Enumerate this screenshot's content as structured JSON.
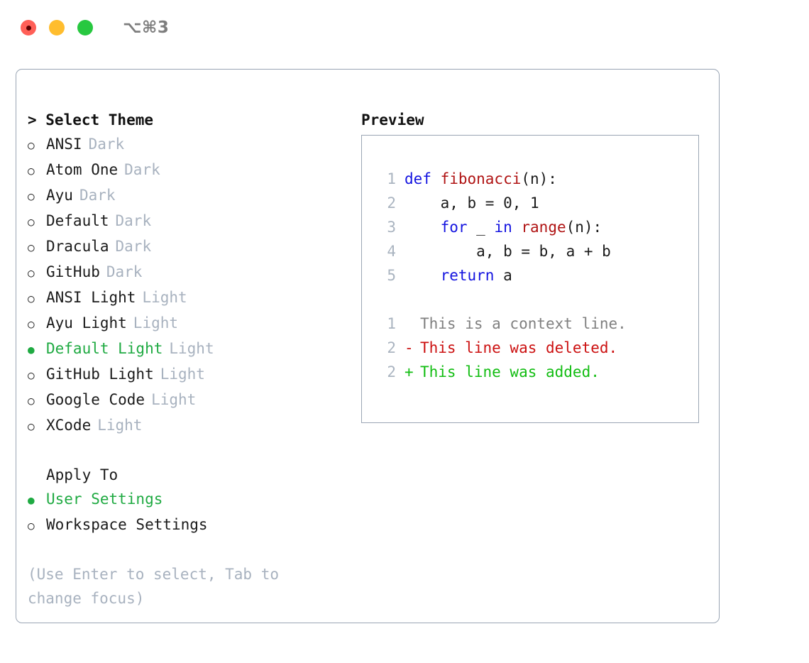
{
  "titlebar": {
    "shortcut": "⌥⌘3",
    "lights": [
      "close-red",
      "minimize-yellow",
      "maximize-green"
    ]
  },
  "theme_picker": {
    "header": "> Select Theme",
    "items": [
      {
        "marker": "○",
        "name": "ANSI",
        "tag": "Dark",
        "selected": false
      },
      {
        "marker": "○",
        "name": "Atom One",
        "tag": "Dark",
        "selected": false
      },
      {
        "marker": "○",
        "name": "Ayu",
        "tag": "Dark",
        "selected": false
      },
      {
        "marker": "○",
        "name": "Default",
        "tag": "Dark",
        "selected": false
      },
      {
        "marker": "○",
        "name": "Dracula",
        "tag": "Dark",
        "selected": false
      },
      {
        "marker": "○",
        "name": "GitHub",
        "tag": "Dark",
        "selected": false
      },
      {
        "marker": "○",
        "name": "ANSI Light",
        "tag": "Light",
        "selected": false
      },
      {
        "marker": "○",
        "name": "Ayu Light",
        "tag": "Light",
        "selected": false
      },
      {
        "marker": "●",
        "name": "Default Light",
        "tag": "Light",
        "selected": true
      },
      {
        "marker": "○",
        "name": "GitHub Light",
        "tag": "Light",
        "selected": false
      },
      {
        "marker": "○",
        "name": "Google Code",
        "tag": "Light",
        "selected": false
      },
      {
        "marker": "○",
        "name": "XCode",
        "tag": "Light",
        "selected": false
      }
    ]
  },
  "apply_to": {
    "header": "Apply To",
    "items": [
      {
        "marker": "●",
        "name": "User Settings",
        "selected": true
      },
      {
        "marker": "○",
        "name": "Workspace Settings",
        "selected": false
      }
    ]
  },
  "hint": "(Use Enter to select, Tab to change focus)",
  "preview": {
    "header": "Preview",
    "code_lines": [
      {
        "number": "1",
        "tokens": [
          {
            "text": "def ",
            "style": "kw"
          },
          {
            "text": "fibonacci",
            "style": "fn"
          },
          {
            "text": "(n):",
            "style": "plain"
          }
        ]
      },
      {
        "number": "2",
        "tokens": [
          {
            "text": "    a, b = 0, 1",
            "style": "plain"
          }
        ]
      },
      {
        "number": "3",
        "tokens": [
          {
            "text": "    ",
            "style": "plain"
          },
          {
            "text": "for ",
            "style": "kw"
          },
          {
            "text": "_ ",
            "style": "plain"
          },
          {
            "text": "in ",
            "style": "kw"
          },
          {
            "text": "range",
            "style": "fn"
          },
          {
            "text": "(n):",
            "style": "plain"
          }
        ]
      },
      {
        "number": "4",
        "tokens": [
          {
            "text": "        a, b = b, a + b",
            "style": "plain"
          }
        ]
      },
      {
        "number": "5",
        "tokens": [
          {
            "text": "    ",
            "style": "plain"
          },
          {
            "text": "return ",
            "style": "kw"
          },
          {
            "text": "a",
            "style": "plain"
          }
        ]
      }
    ],
    "diff_lines": [
      {
        "number": "1",
        "mark": " ",
        "text": "This is a context line.",
        "style": "ctx"
      },
      {
        "number": "2",
        "mark": "-",
        "text": "This line was deleted.",
        "style": "del"
      },
      {
        "number": "2",
        "mark": "+",
        "text": "This line was added.",
        "style": "add"
      }
    ]
  },
  "colors": {
    "accent_green": "#1faa42",
    "muted": "#a8b2bf",
    "border": "#9aa5b4",
    "keyword": "#1414e0",
    "function": "#b01414",
    "diff_deleted": "#cc1111",
    "diff_added": "#12bd12"
  }
}
